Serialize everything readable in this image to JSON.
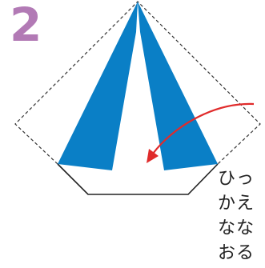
{
  "step": {
    "number": "2"
  },
  "caption": {
    "lines": [
      "ひっ",
      "かえ",
      "なな",
      "おる"
    ]
  },
  "colors": {
    "step_number": "#b27ab5",
    "paper_blue": "#0a7fc6",
    "arrow_red": "#e02b2b",
    "outline": "#222222"
  },
  "icons": {
    "arrow": "curved-arrow-icon"
  }
}
